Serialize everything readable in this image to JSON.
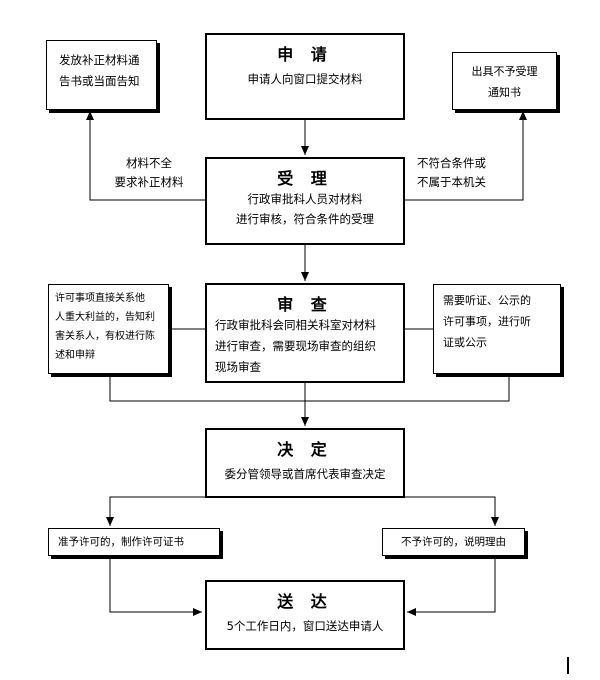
{
  "steps": {
    "apply": {
      "title": "申 请",
      "desc": "申请人向窗口提交材料"
    },
    "accept": {
      "title": "受 理",
      "desc1": "行政审批科人员对材料",
      "desc2": "进行审核，符合条件的受理"
    },
    "review": {
      "title": "审 查",
      "desc1": "行政审批科会同相关科室对材料",
      "desc2": "进行审查，需要现场审查的组织",
      "desc3": "现场审查"
    },
    "decide": {
      "title": "决 定",
      "desc": "委分管领导或首席代表审查决定"
    },
    "deliver": {
      "title": "送 达",
      "desc": "5个工作日内，窗口送达申请人"
    }
  },
  "side_boxes": {
    "supplement_notice": {
      "line1": "发放补正材料通",
      "line2": "告书或当面告知"
    },
    "rejection_notice": {
      "line1": "出具不予受理",
      "line2": "通知书"
    },
    "stakeholder": {
      "line1": "许可事项直接关系他",
      "line2": "人重大利益的，告知利",
      "line3": "害关系人，有权进行陈",
      "line4": "述和申辩"
    },
    "hearing": {
      "line1": "需要听证、公示的",
      "line2": "许可事项，进行听",
      "line3": "证或公示"
    },
    "grant": {
      "text": "准予许可的，制作许可证书"
    },
    "deny": {
      "text": "不予许可的，说明理由"
    }
  },
  "edge_labels": {
    "incomplete": {
      "line1": "材料不全",
      "line2": "要求补正材料"
    },
    "not_eligible": {
      "line1": "不符合条件或",
      "line2": "不属于本机关"
    }
  }
}
